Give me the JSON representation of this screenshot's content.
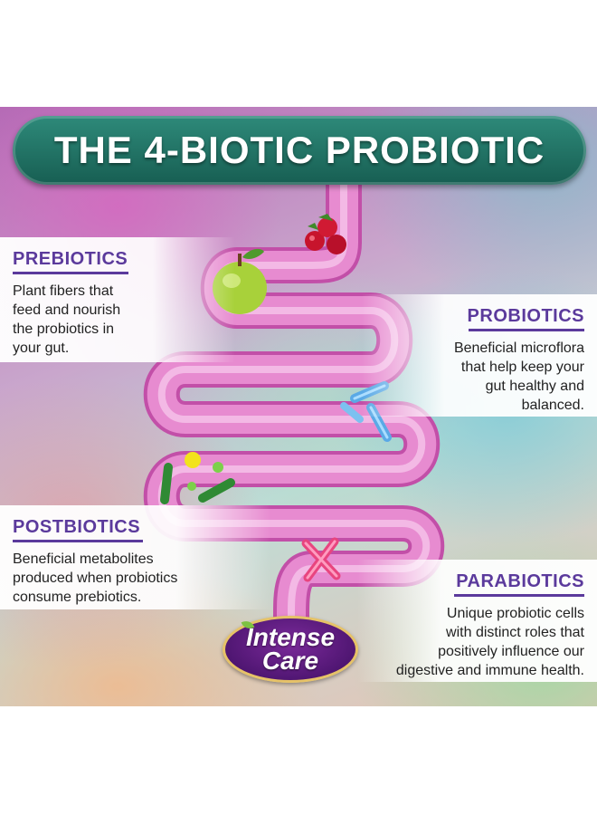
{
  "title": "THE 4-BIOTIC PROBIOTIC",
  "sections": {
    "prebiotics": {
      "heading": "PREBIOTICS",
      "lines": [
        "Plant fibers that",
        "feed and nourish",
        "the probiotics in",
        "your gut."
      ]
    },
    "probiotics": {
      "heading": "PROBIOTICS",
      "lines": [
        "Beneficial microflora",
        "that help keep your",
        "gut healthy and",
        "balanced."
      ]
    },
    "postbiotics": {
      "heading": "POSTBIOTICS",
      "lines": [
        "Beneficial metabolites",
        "produced when probiotics",
        "consume prebiotics."
      ]
    },
    "parabiotics": {
      "heading": "PARABIOTICS",
      "lines": [
        "Unique probiotic cells",
        "with distinct roles that",
        "positively influence our",
        "digestive and immune health."
      ]
    }
  },
  "logo": {
    "line1": "Intense",
    "line2": "Care"
  },
  "colors": {
    "heading": "#5b3a9c",
    "banner": "#1f6f62",
    "intestine": "#e78bd0",
    "intestine_outline": "#c24fa8",
    "logo_oval": "#5a1a80",
    "logo_border": "#e6c267"
  },
  "icons": [
    "apple-icon",
    "berries-icon",
    "bacteria-icon",
    "metabolite-icon",
    "cross-cell-icon"
  ]
}
